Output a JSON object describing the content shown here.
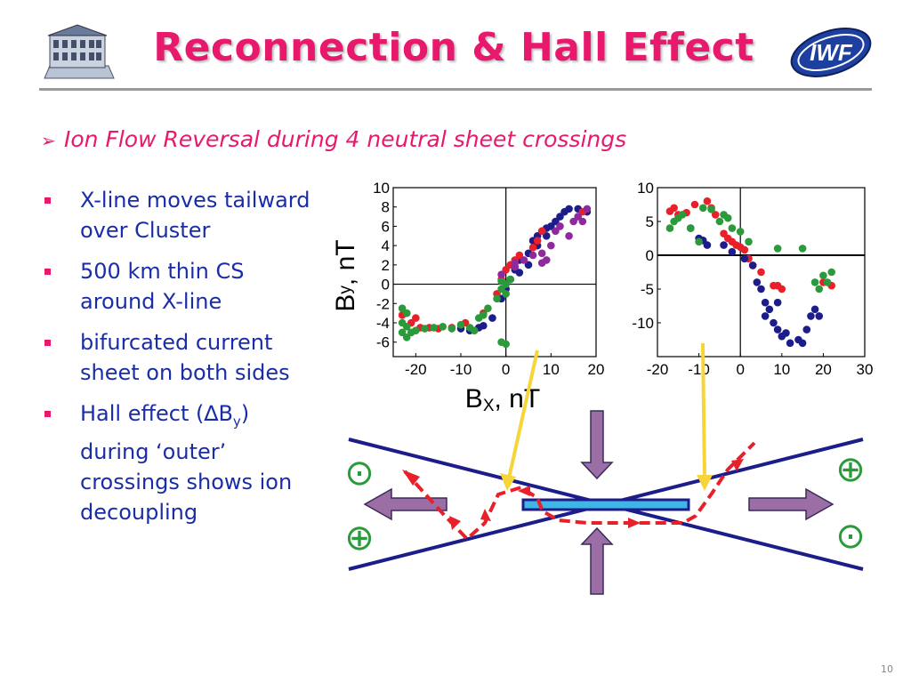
{
  "slide": {
    "title": "Reconnection & Hall Effect",
    "subheading": "Ion Flow Reversal during 4 neutral sheet  crossings",
    "bullets": [
      "X-line moves tailward over Cluster",
      "500 km thin CS around X-line",
      "bifurcated current sheet on both sides"
    ],
    "hall_bullet": {
      "prefix": "Hall effect (",
      "delta": "∆B",
      "sub": "y",
      "suffix": ") during ‘outer’ crossings shows ion decoupling"
    },
    "page_number": "10"
  },
  "colors": {
    "title": "#e8186d",
    "bullet_text": "#1a2da8",
    "bullet_marker": "#e8186d",
    "navy": "#1c1c8a",
    "red": "#e8202a",
    "green": "#2a9a3a",
    "purple": "#8e2a9c",
    "yellow_arrow": "#f5d53a",
    "flow_arrow": "#9b6fa6",
    "current_sheet": "#3fb6e6"
  },
  "chart_data": [
    {
      "type": "scatter",
      "xlabel_main": "B",
      "xlabel_sub": "X",
      "xlabel_rest": ", nT",
      "ylabel_main": "B",
      "ylabel_sub": "y",
      "ylabel_rest": ", nT",
      "xlim": [
        -25,
        20
      ],
      "ylim": [
        -7.5,
        10
      ],
      "xticks": [
        -20,
        -10,
        0,
        10,
        20
      ],
      "yticks": [
        10,
        8,
        6,
        4,
        2,
        0,
        -2,
        -4,
        -6
      ],
      "series": [
        {
          "color": "navy",
          "points": [
            [
              -10,
              -4.6
            ],
            [
              -8,
              -4.8
            ],
            [
              -5,
              -4.3
            ],
            [
              -3,
              -3.5
            ],
            [
              -1,
              -1.5
            ],
            [
              0,
              -0.5
            ],
            [
              1,
              0.5
            ],
            [
              2,
              1.5
            ],
            [
              3,
              2.5
            ],
            [
              5,
              3.2
            ],
            [
              6,
              4.5
            ],
            [
              7,
              5
            ],
            [
              8,
              5.5
            ],
            [
              9,
              5.8
            ],
            [
              10,
              6
            ],
            [
              11,
              6.5
            ],
            [
              12,
              7
            ],
            [
              13,
              7.5
            ],
            [
              14,
              7.8
            ],
            [
              16,
              7.8
            ],
            [
              18,
              7.5
            ],
            [
              5,
              2
            ],
            [
              7,
              4
            ],
            [
              9,
              5
            ],
            [
              3,
              1.2
            ],
            [
              -6,
              -4.5
            ]
          ]
        },
        {
          "color": "red",
          "points": [
            [
              -22,
              -3
            ],
            [
              -20,
              -3.5
            ],
            [
              -21,
              -4
            ],
            [
              -19,
              -4.5
            ],
            [
              -17,
              -4.5
            ],
            [
              -15,
              -4.6
            ],
            [
              -12,
              -4.5
            ],
            [
              -9,
              -4
            ],
            [
              -5,
              -3
            ],
            [
              -2,
              -1
            ],
            [
              -1,
              0.5
            ],
            [
              0,
              1.5
            ],
            [
              1,
              2
            ],
            [
              2,
              2.5
            ],
            [
              3,
              3
            ],
            [
              6,
              3.8
            ],
            [
              7,
              4.5
            ],
            [
              8,
              5.5
            ],
            [
              17,
              7.5
            ],
            [
              -23,
              -3.2
            ]
          ]
        },
        {
          "color": "green",
          "points": [
            [
              -23,
              -2.5
            ],
            [
              -22,
              -3
            ],
            [
              -23,
              -4
            ],
            [
              -23,
              -5
            ],
            [
              -22,
              -5.5
            ],
            [
              -20,
              -4.8
            ],
            [
              -18,
              -4.6
            ],
            [
              -16,
              -4.5
            ],
            [
              -14,
              -4.4
            ],
            [
              -12,
              -4.6
            ],
            [
              -10,
              -4.2
            ],
            [
              -8,
              -4.5
            ],
            [
              -7,
              -4.8
            ],
            [
              -6,
              -3.5
            ],
            [
              -5,
              -3.2
            ],
            [
              -4,
              -2.5
            ],
            [
              -2,
              -1.5
            ],
            [
              -1,
              -0.5
            ],
            [
              0,
              0
            ],
            [
              0,
              -1
            ],
            [
              1,
              0.5
            ],
            [
              -1,
              0.3
            ],
            [
              -1,
              -6
            ],
            [
              0,
              -6.2
            ],
            [
              -22,
              -4.4
            ],
            [
              -21,
              -5
            ]
          ]
        },
        {
          "color": "purple",
          "points": [
            [
              2,
              2.2
            ],
            [
              4,
              2.5
            ],
            [
              6,
              3
            ],
            [
              8,
              3.2
            ],
            [
              8,
              2.2
            ],
            [
              9,
              2.5
            ],
            [
              10,
              4
            ],
            [
              11,
              5.5
            ],
            [
              12,
              6
            ],
            [
              14,
              5
            ],
            [
              15,
              6.5
            ],
            [
              16,
              7
            ],
            [
              17,
              6.5
            ],
            [
              18,
              7.8
            ],
            [
              -1,
              1
            ],
            [
              2,
              1.8
            ]
          ]
        }
      ]
    },
    {
      "type": "scatter",
      "xlim": [
        -20,
        30
      ],
      "ylim": [
        -15,
        10
      ],
      "xticks": [
        -20,
        -10,
        0,
        10,
        20,
        30
      ],
      "yticks": [
        10,
        5,
        0,
        -5,
        -10
      ],
      "series": [
        {
          "color": "red",
          "points": [
            [
              -17,
              6.5
            ],
            [
              -16,
              7
            ],
            [
              -15,
              6
            ],
            [
              -13,
              6.3
            ],
            [
              -11,
              7.5
            ],
            [
              -8,
              8
            ],
            [
              -7,
              7
            ],
            [
              -6,
              6
            ],
            [
              -4,
              3.2
            ],
            [
              -3,
              2.5
            ],
            [
              -2,
              2
            ],
            [
              -1,
              1.5
            ],
            [
              0,
              1.2
            ],
            [
              1,
              0.8
            ],
            [
              2,
              -0.5
            ],
            [
              3,
              -1.5
            ],
            [
              5,
              -2.5
            ],
            [
              8,
              -4.5
            ],
            [
              9,
              -4.5
            ],
            [
              10,
              -5
            ],
            [
              22,
              -4.5
            ],
            [
              20,
              -4
            ]
          ]
        },
        {
          "color": "navy",
          "points": [
            [
              -12,
              4
            ],
            [
              -10,
              2.5
            ],
            [
              -9,
              2.2
            ],
            [
              -8,
              1.5
            ],
            [
              -4,
              1.5
            ],
            [
              -2,
              0.5
            ],
            [
              1,
              -0.5
            ],
            [
              3,
              -1.5
            ],
            [
              4,
              -4
            ],
            [
              5,
              -5
            ],
            [
              6,
              -7
            ],
            [
              7,
              -8
            ],
            [
              8,
              -10
            ],
            [
              9,
              -11
            ],
            [
              10,
              -12
            ],
            [
              11,
              -11.5
            ],
            [
              12,
              -13
            ],
            [
              14,
              -12.5
            ],
            [
              15,
              -13
            ],
            [
              16,
              -11
            ],
            [
              17,
              -9
            ],
            [
              18,
              -8
            ],
            [
              19,
              -9
            ],
            [
              6,
              -9
            ],
            [
              9,
              -7
            ]
          ]
        },
        {
          "color": "green",
          "points": [
            [
              -17,
              4
            ],
            [
              -16,
              5
            ],
            [
              -15,
              5.5
            ],
            [
              -14,
              6
            ],
            [
              -12,
              4
            ],
            [
              -10,
              2
            ],
            [
              -9,
              7
            ],
            [
              -7,
              6.8
            ],
            [
              -5,
              5
            ],
            [
              -4,
              6
            ],
            [
              -3,
              5.5
            ],
            [
              -2,
              4
            ],
            [
              0,
              3.5
            ],
            [
              2,
              2
            ],
            [
              9,
              1
            ],
            [
              15,
              1
            ],
            [
              18,
              -4
            ],
            [
              19,
              -5
            ],
            [
              20,
              -3
            ],
            [
              21,
              -4
            ],
            [
              22,
              -2.5
            ]
          ]
        }
      ]
    }
  ],
  "diagram": {
    "x_sign_icon": "⊕",
    "dot_sign_icon": "⊙"
  }
}
